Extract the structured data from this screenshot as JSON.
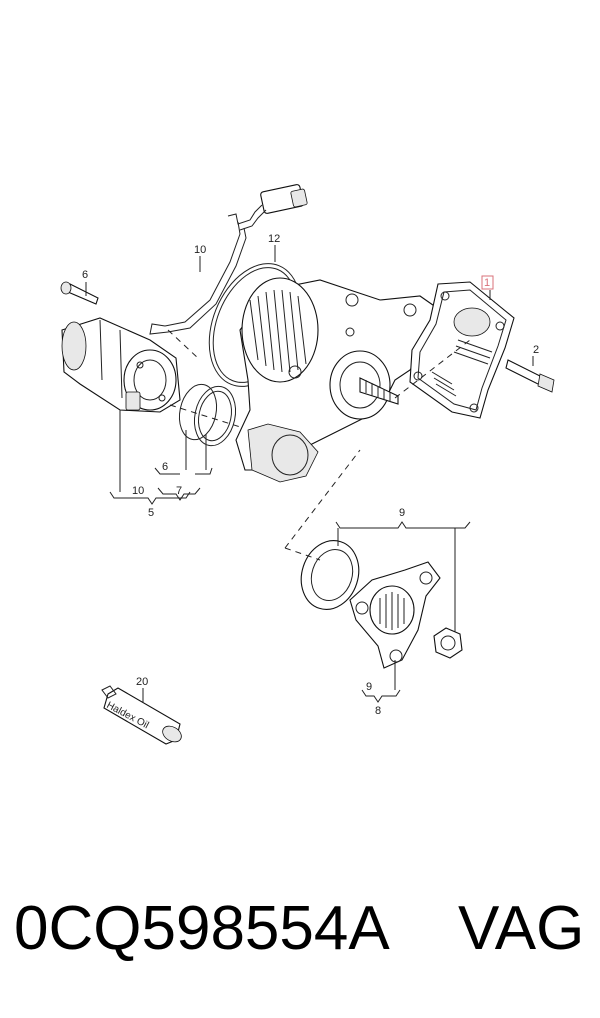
{
  "diagram": {
    "callouts": {
      "c1": "1",
      "c2": "2",
      "c5": "5",
      "c6_top": "6",
      "c6_bottom": "6",
      "c7": "7",
      "c8": "8",
      "c9_top": "9",
      "c9_bottom": "9",
      "c10_top": "10",
      "c10_bottom": "10",
      "c12": "12",
      "c20": "20"
    },
    "bottle_label": "Haldex Oil",
    "highlight_color": "#d9707a"
  },
  "footer": {
    "part_number": "0CQ598554A",
    "brand": "VAG"
  }
}
